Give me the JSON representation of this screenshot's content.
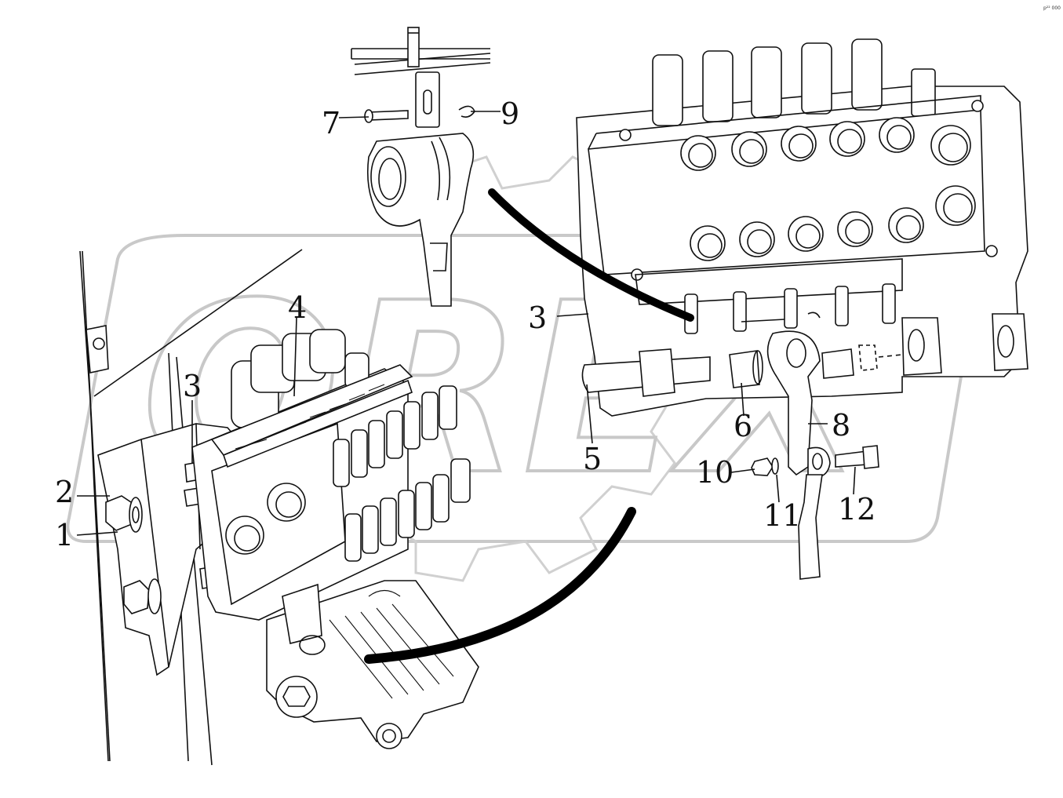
{
  "corner_code": "p²² 000",
  "watermark": "OREX",
  "callouts": [
    {
      "id": "c1",
      "label": "1"
    },
    {
      "id": "c2",
      "label": "2"
    },
    {
      "id": "c3a",
      "label": "3"
    },
    {
      "id": "c3b",
      "label": "3"
    },
    {
      "id": "c4",
      "label": "4"
    },
    {
      "id": "c5",
      "label": "5"
    },
    {
      "id": "c6",
      "label": "6"
    },
    {
      "id": "c7",
      "label": "7"
    },
    {
      "id": "c8",
      "label": "8"
    },
    {
      "id": "c9",
      "label": "9"
    },
    {
      "id": "c10",
      "label": "10"
    },
    {
      "id": "c11",
      "label": "11"
    },
    {
      "id": "c12",
      "label": "12"
    }
  ]
}
